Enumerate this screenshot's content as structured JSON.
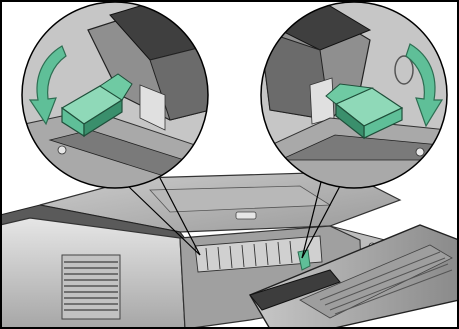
{
  "illustration": {
    "kind": "printer-manual-diagram",
    "subject": "printer-rear-cover-open-fusing-unit-levers",
    "callouts": [
      {
        "id": "left",
        "lever": "green-lever",
        "arrow": "down"
      },
      {
        "id": "right",
        "lever": "green-lever",
        "arrow": "down"
      }
    ],
    "colors": {
      "background": "#ffffff",
      "frame": "#000000",
      "printer_body": "#d9d9d9",
      "printer_shadow": "#8c8c8c",
      "printer_dark": "#4d4d4d",
      "interior": "#b3b3b3",
      "callout_fill": "#bfbfbf",
      "lever": "#5fbf98",
      "lever_dark": "#3a8f6c",
      "lever_light": "#8fd9b8",
      "arrow": "#5fbf98"
    }
  }
}
